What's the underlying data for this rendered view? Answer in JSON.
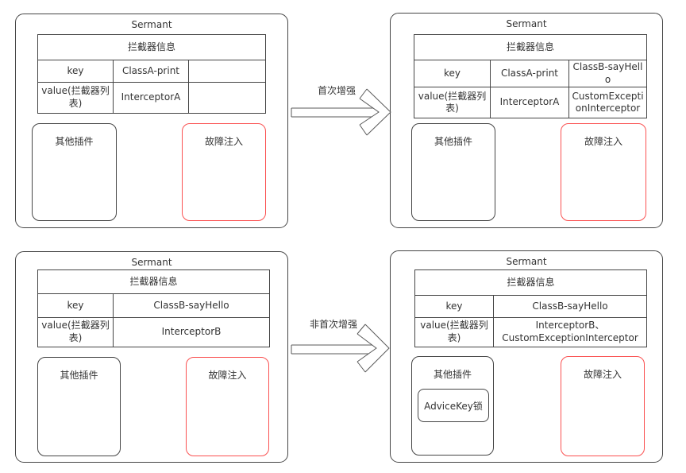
{
  "panels": {
    "top_left": {
      "title": "Sermant",
      "table": {
        "header": "拦截器信息",
        "rows": [
          {
            "label": "key",
            "cells": [
              "ClassA-print",
              ""
            ]
          },
          {
            "label": "value(拦截器列表)",
            "cells": [
              "InterceptorA",
              ""
            ]
          }
        ]
      },
      "other_plugins_label": "其他插件",
      "fault_injection_label": "故障注入"
    },
    "top_right": {
      "title": "Sermant",
      "table": {
        "header": "拦截器信息",
        "rows": [
          {
            "label": "key",
            "cells": [
              "ClassA-print",
              "ClassB-sayHello"
            ]
          },
          {
            "label": "value(拦截器列表)",
            "cells": [
              "InterceptorA",
              "CustomExceptionInterceptor"
            ]
          }
        ]
      },
      "other_plugins_label": "其他插件",
      "fault_injection_label": "故障注入"
    },
    "bottom_left": {
      "title": "Sermant",
      "table": {
        "header": "拦截器信息",
        "rows": [
          {
            "label": "key",
            "cells": [
              "ClassB-sayHello"
            ]
          },
          {
            "label": "value(拦截器列表)",
            "cells": [
              "InterceptorB"
            ]
          }
        ]
      },
      "other_plugins_label": "其他插件",
      "fault_injection_label": "故障注入"
    },
    "bottom_right": {
      "title": "Sermant",
      "table": {
        "header": "拦截器信息",
        "rows": [
          {
            "label": "key",
            "cells": [
              "ClassB-sayHello"
            ]
          },
          {
            "label": "value(拦截器列表)",
            "cells": [
              "InterceptorB、\nCustomExceptionInterceptor"
            ]
          }
        ]
      },
      "other_plugins_label": "其他插件",
      "advice_key_label": "AdviceKey锁",
      "fault_injection_label": "故障注入"
    }
  },
  "arrows": {
    "top": {
      "label": "首次增强"
    },
    "bottom": {
      "label": "非首次增强"
    }
  },
  "colors": {
    "panel_border": "#454545",
    "fault_red": "#fa5151",
    "text": "#333333",
    "arrow_stroke": "#595959"
  }
}
